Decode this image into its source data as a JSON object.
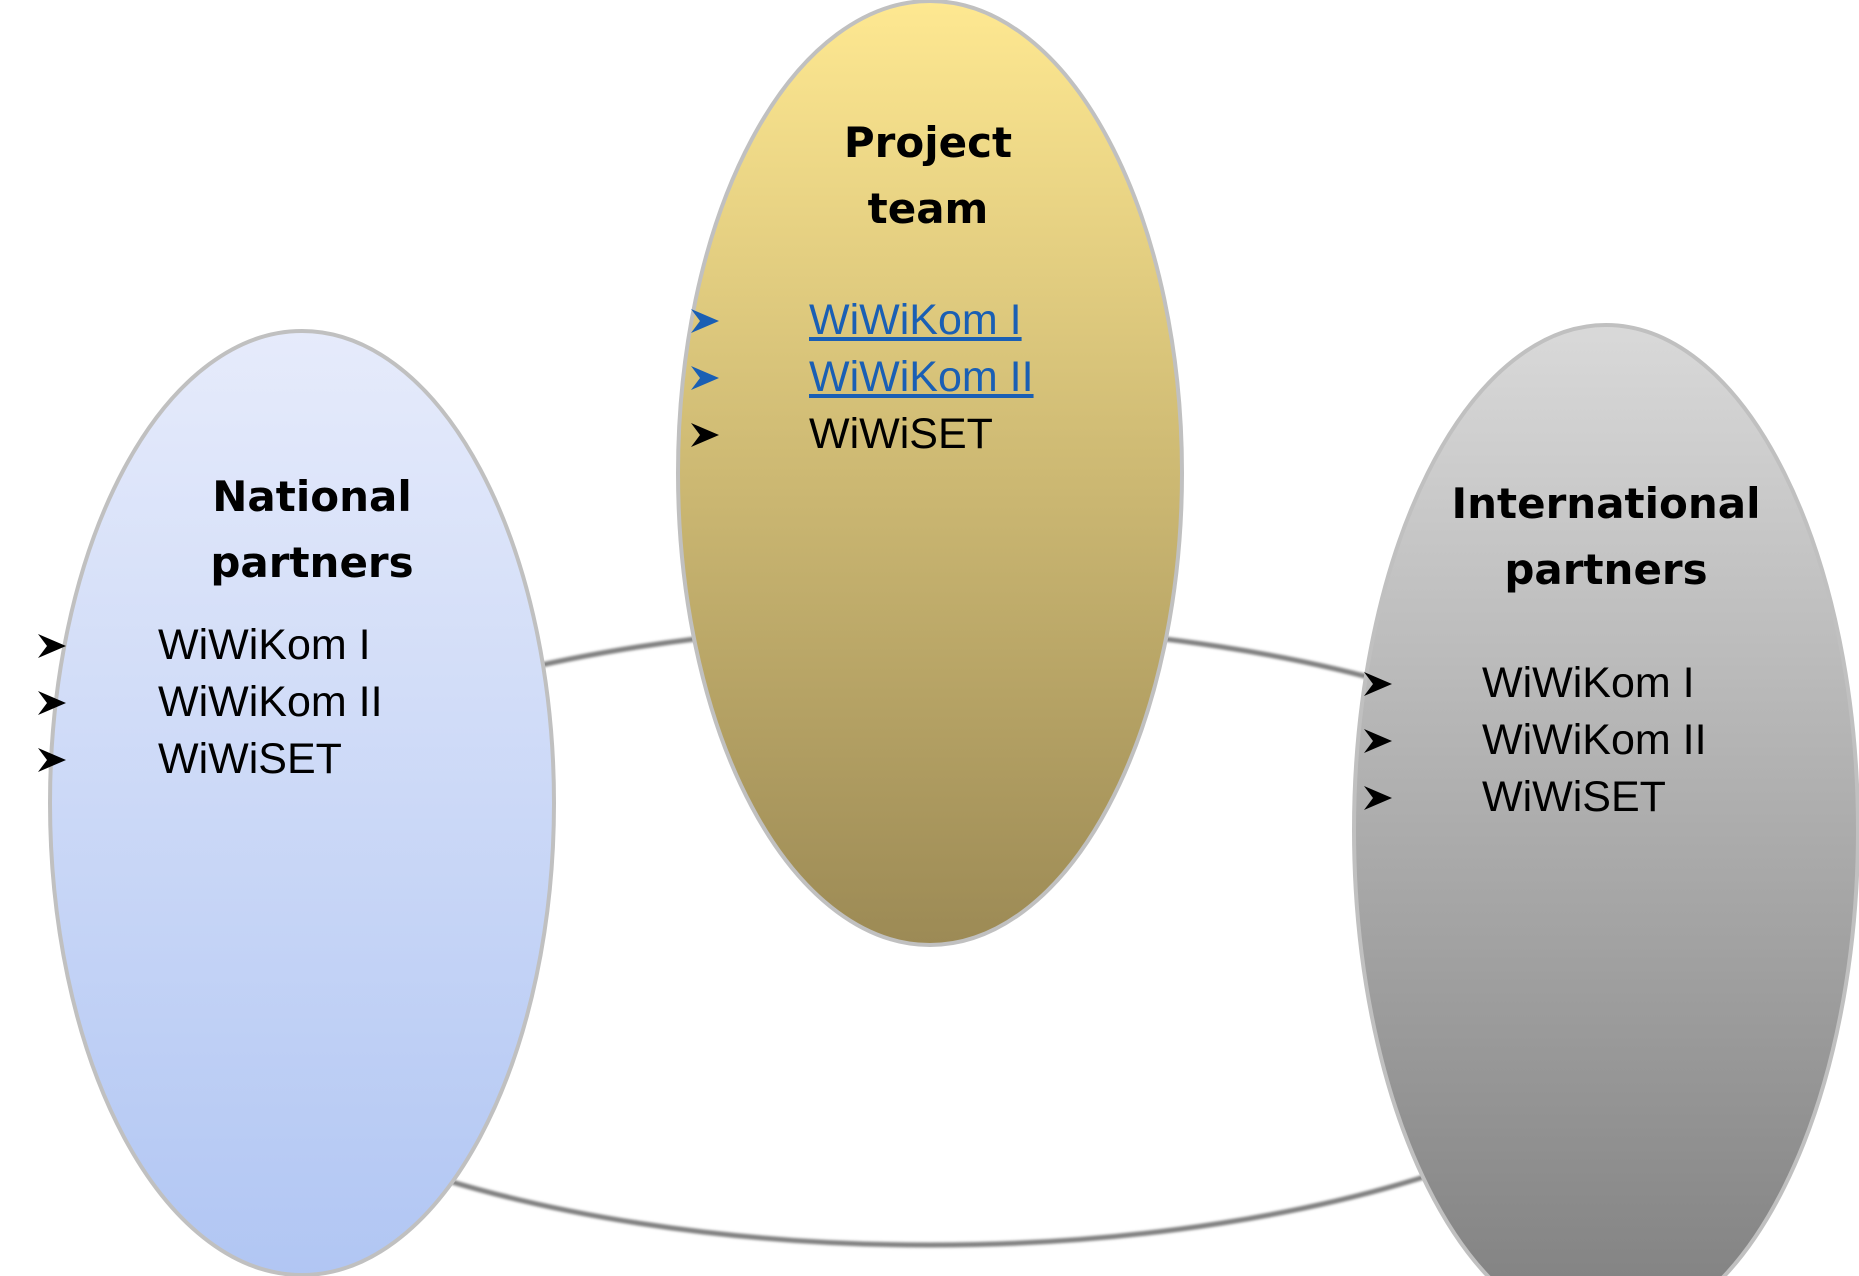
{
  "groups": {
    "project_team": {
      "title_line1": "Project",
      "title_line2": "team",
      "items": [
        {
          "label": "WiWiKom I",
          "link": true
        },
        {
          "label": "WiWiKom II",
          "link": true
        },
        {
          "label": "WiWiSET",
          "link": false
        }
      ],
      "fill_top": "#fee891",
      "fill_bottom": "#9c8a55"
    },
    "national_partners": {
      "title_line1": "National",
      "title_line2": "partners",
      "items": [
        {
          "label": "WiWiKom I",
          "link": false
        },
        {
          "label": "WiWiKom II",
          "link": false
        },
        {
          "label": "WiWiSET",
          "link": false
        }
      ],
      "fill_top": "#e6ebfb",
      "fill_bottom": "#b1c6f3"
    },
    "international_partners": {
      "title_line1": "International",
      "title_line2": "partners",
      "items": [
        {
          "label": "WiWiKom I",
          "link": false
        },
        {
          "label": "WiWiKom II",
          "link": false
        },
        {
          "label": "WiWiSET",
          "link": false
        }
      ],
      "fill_top": "#d9d9d9",
      "fill_bottom": "#7f7f7f"
    }
  },
  "colors": {
    "link": "#1a5fb4",
    "ring_stroke": "#808080",
    "ellipse_border": "#c0c0c0"
  },
  "icons": {
    "bullet": "arrowhead-bullet-icon"
  }
}
